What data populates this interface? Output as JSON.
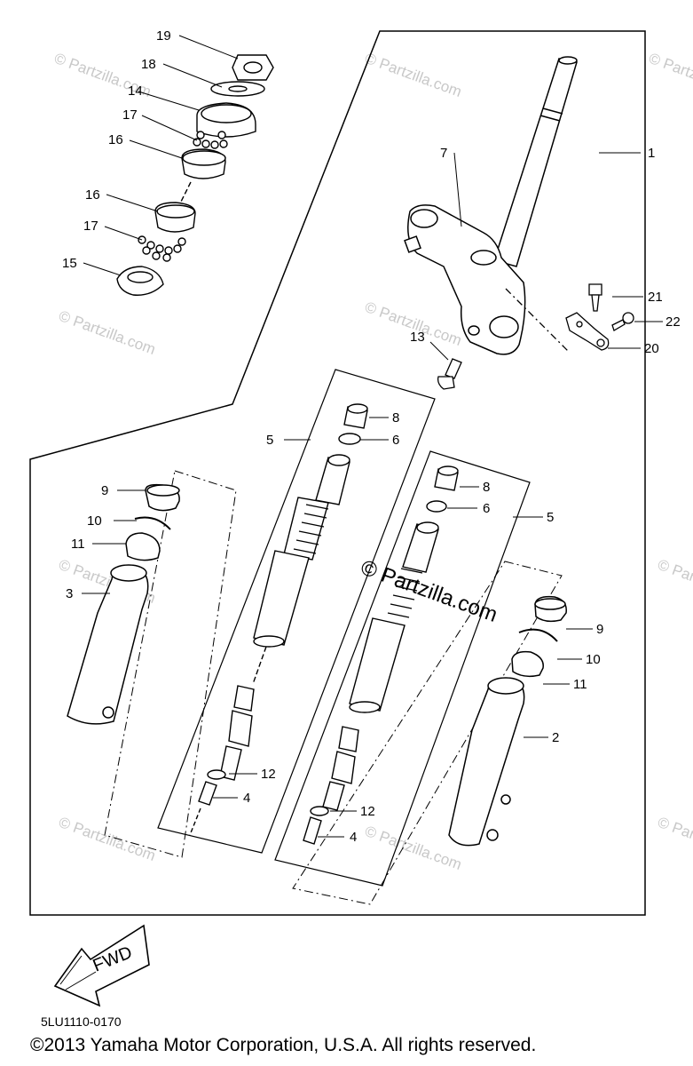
{
  "diagram_code": "5LU1110-0170",
  "copyright": "©2013 Yamaha Motor Corporation, U.S.A. All rights reserved.",
  "fwd_label": "FWD",
  "watermark": "© Partzilla.com",
  "callouts": {
    "c1": "1",
    "c2": "2",
    "c3": "3",
    "c4a": "4",
    "c4b": "4",
    "c5a": "5",
    "c5b": "5",
    "c6a": "6",
    "c6b": "6",
    "c7": "7",
    "c8a": "8",
    "c8b": "8",
    "c9a": "9",
    "c9b": "9",
    "c10a": "10",
    "c10b": "10",
    "c11a": "11",
    "c11b": "11",
    "c12a": "12",
    "c12b": "12",
    "c13": "13",
    "c14": "14",
    "c15": "15",
    "c16a": "16",
    "c16b": "16",
    "c17a": "17",
    "c17b": "17",
    "c18": "18",
    "c19": "19",
    "c20": "20",
    "c21": "21",
    "c22": "22"
  }
}
